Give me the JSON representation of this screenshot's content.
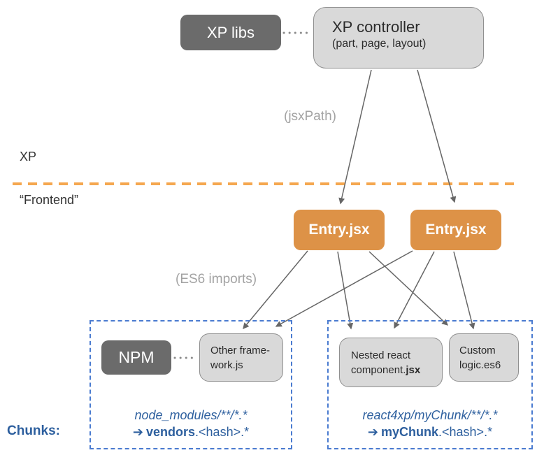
{
  "diagram": {
    "top": {
      "xp_libs_label": "XP libs",
      "controller_title": "XP controller",
      "controller_subtitle": "(part, page, layout)"
    },
    "labels": {
      "jsx_path": "(jsxPath)",
      "xp_zone": "XP",
      "frontend_zone": "“Frontend”",
      "es6_imports": "(ES6 imports)",
      "chunks": "Chunks:"
    },
    "entries": {
      "left": "Entry.jsx",
      "right": "Entry.jsx"
    },
    "vendors_chunk": {
      "npm_label": "NPM",
      "file_box": {
        "line1": "Other frame-",
        "line2": "work.js"
      },
      "pattern": "node_modules/**/*.*",
      "arrow_glyph": "➔",
      "output_name": "vendors",
      "output_suffix": ".<hash>.*"
    },
    "my_chunk": {
      "component_box": {
        "line1": "Nested react",
        "line2_normal": "component.",
        "line2_bold": "jsx"
      },
      "logic_box": {
        "line1": "Custom",
        "line2": "logic.es6"
      },
      "pattern": "react4xp/myChunk/**/*.*",
      "arrow_glyph": "➔",
      "output_name": "myChunk",
      "output_suffix": ".<hash>.*"
    },
    "colors": {
      "dark_box": "#6b6b6b",
      "light_box_fill": "#d9d9d9",
      "light_box_border": "#8f8f8f",
      "entry_orange": "#dd9247",
      "separator_orange": "#f5a74f",
      "chunk_blue": "#2d5f9e",
      "chunk_border_blue": "#4a7bd0",
      "connector_gray": "#666666",
      "hint_text_gray": "#a3a3a3"
    }
  }
}
